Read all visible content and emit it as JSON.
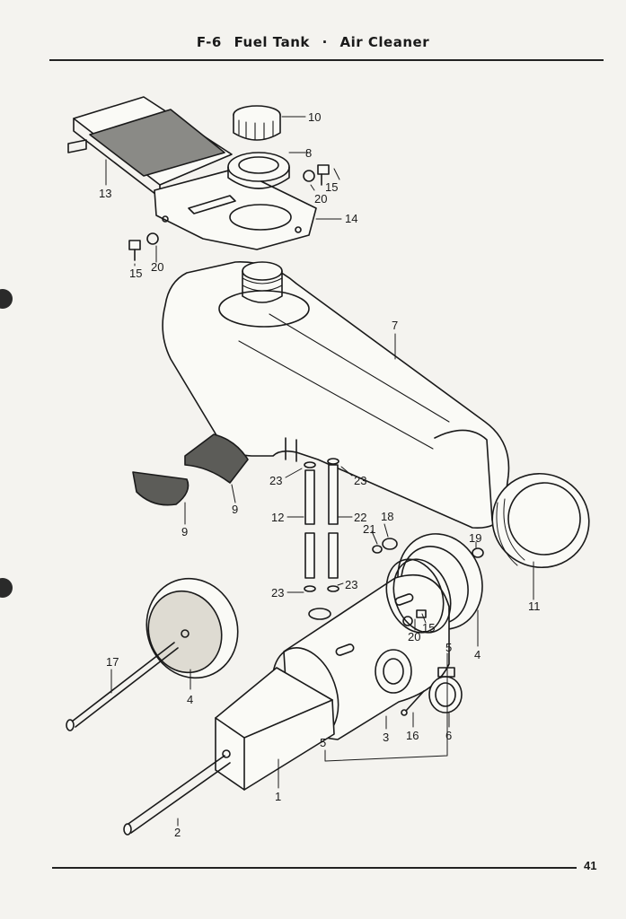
{
  "header": {
    "section": "F-6",
    "title_left": "Fuel Tank",
    "separator": "·",
    "title_right": "Air Cleaner"
  },
  "page_number": "41",
  "callouts": {
    "c1": "1",
    "c2": "2",
    "c3": "3",
    "c4a": "4",
    "c4b": "4",
    "c5a": "5",
    "c5b": "5",
    "c6": "6",
    "c7": "7",
    "c8": "8",
    "c9a": "9",
    "c9b": "9",
    "c10": "10",
    "c11": "11",
    "c12": "12",
    "c13": "13",
    "c14": "14",
    "c15a": "15",
    "c15b": "15",
    "c15c": "15",
    "c16": "16",
    "c17": "17",
    "c18": "18",
    "c19": "19",
    "c20a": "20",
    "c20b": "20",
    "c20c": "20",
    "c21": "21",
    "c22": "22",
    "c23a": "23",
    "c23b": "23",
    "c23c": "23",
    "c23d": "23"
  }
}
